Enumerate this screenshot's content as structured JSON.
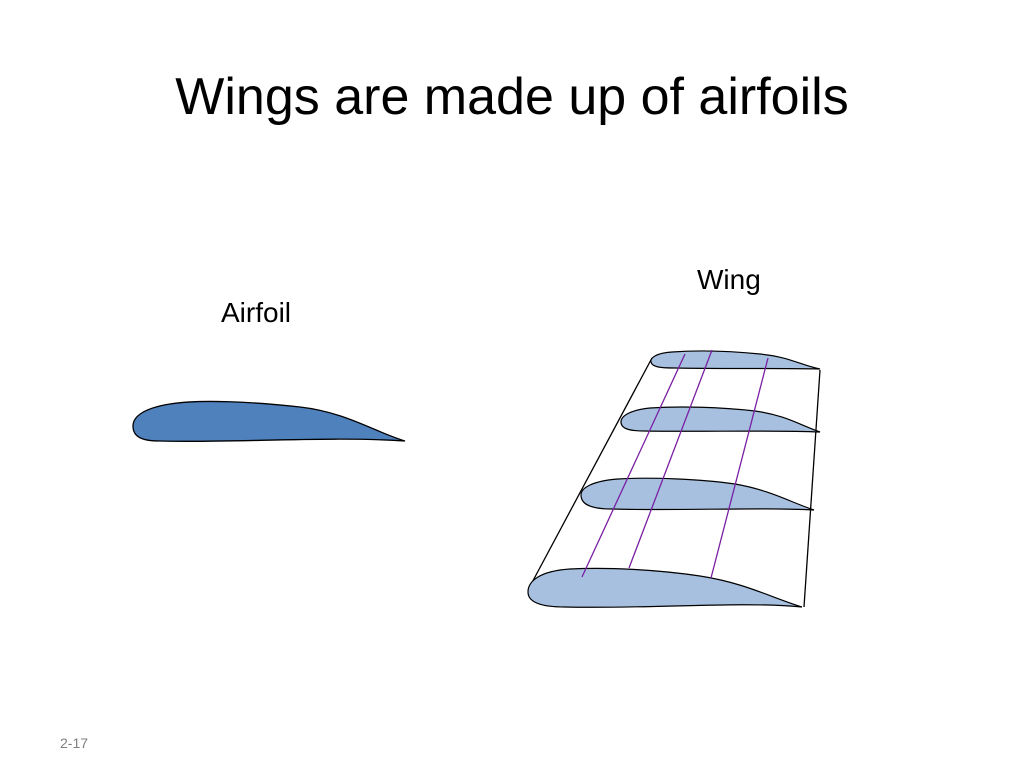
{
  "slide": {
    "title": "Wings are made up of airfoils",
    "slide_number": "2-17"
  },
  "diagram": {
    "airfoil_label": "Airfoil",
    "wing_label": "Wing",
    "colors": {
      "airfoil_fill": "#4f81bd",
      "wing_section_fill": "#a7c0e0",
      "outline": "#000000",
      "spanwise_lines": "#7a1fa2"
    }
  }
}
